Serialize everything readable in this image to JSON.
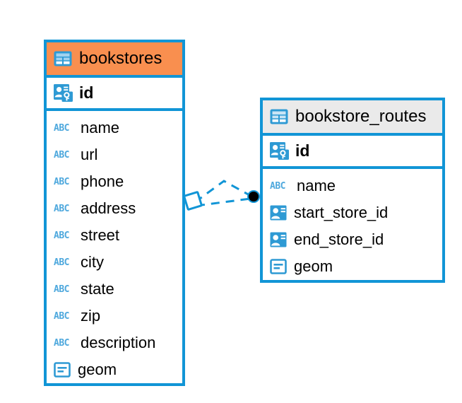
{
  "diagram": {
    "type": "entity-relationship-diagram",
    "background": "#ffffff",
    "accent_blue": "#1195d6",
    "icon_blue": "#2e9ad4",
    "abc_blue": "#4ea8dd",
    "highlight_orange": "#f98f4f",
    "header_grey": "#eaeaea",
    "relationship": {
      "from_entity": "bookstores",
      "to_entity": "bookstore_routes",
      "left_endpoint_icon": "diamond-endpoint-icon",
      "right_endpoint_icon": "dot-endpoint-icon",
      "line_style": "dashed",
      "line_color": "#1195d6",
      "dot_color": "#000000"
    }
  },
  "entities": [
    {
      "id": "bookstores",
      "name": "bookstores",
      "header_style": "orange",
      "header_icon": "table-icon",
      "primary_key": {
        "name": "id",
        "icon": "primary-key-icon"
      },
      "fields": [
        {
          "name": "name",
          "icon": "abc-text-icon"
        },
        {
          "name": "url",
          "icon": "abc-text-icon"
        },
        {
          "name": "phone",
          "icon": "abc-text-icon"
        },
        {
          "name": "address",
          "icon": "abc-text-icon"
        },
        {
          "name": "street",
          "icon": "abc-text-icon"
        },
        {
          "name": "city",
          "icon": "abc-text-icon"
        },
        {
          "name": "state",
          "icon": "abc-text-icon"
        },
        {
          "name": "zip",
          "icon": "abc-text-icon"
        },
        {
          "name": "description",
          "icon": "abc-text-icon"
        },
        {
          "name": "geom",
          "icon": "geometry-icon"
        }
      ]
    },
    {
      "id": "bookstore_routes",
      "name": "bookstore_routes",
      "header_style": "grey",
      "header_icon": "table-icon",
      "primary_key": {
        "name": "id",
        "icon": "primary-key-icon"
      },
      "fields": [
        {
          "name": "name",
          "icon": "abc-text-icon"
        },
        {
          "name": "start_store_id",
          "icon": "foreign-key-icon"
        },
        {
          "name": "end_store_id",
          "icon": "foreign-key-icon"
        },
        {
          "name": "geom",
          "icon": "geometry-icon"
        }
      ]
    }
  ],
  "icon_labels": {
    "abc": "ABC"
  }
}
